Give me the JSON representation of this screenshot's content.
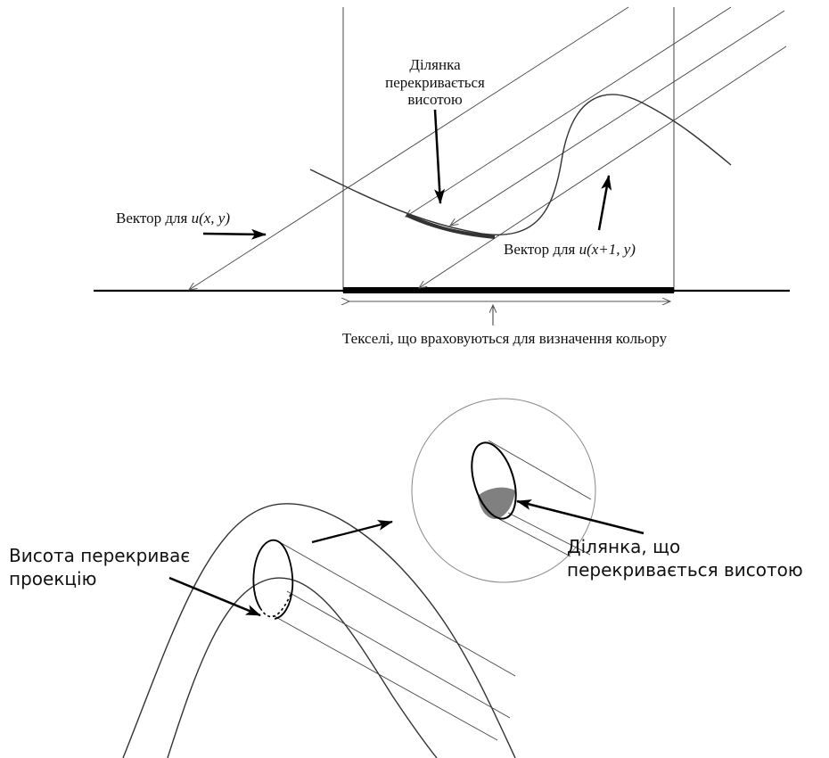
{
  "top_diagram": {
    "label_overlap_line1": "Ділянка",
    "label_overlap_line2": "перекривається",
    "label_overlap_line3": "висотою",
    "label_vector_u_prefix": "Вектор для ",
    "label_vector_u_func": "u(x, y)",
    "label_vector_u1_prefix": "Вектор для ",
    "label_vector_u1_func": "u(x+1, y)",
    "label_texels": "Текселі, що враховуються для визначення кольору"
  },
  "bottom_diagram": {
    "label_height_overlaps_line1": "Висота перекриває",
    "label_height_overlaps_line2": "проекцію",
    "label_region_line1": "Ділянка, що",
    "label_region_line2": "перекривається висотою"
  },
  "colors": {
    "shaded_region": "#808080",
    "line": "#000000"
  }
}
